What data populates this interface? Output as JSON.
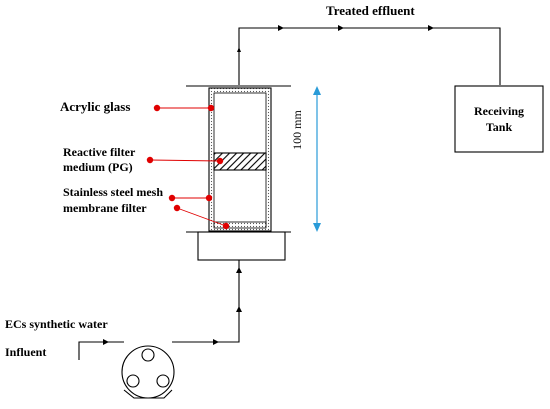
{
  "labels": {
    "treated_effluent": "Treated effluent",
    "acrylic_glass": "Acrylic glass",
    "reactive_filter_line1": "Reactive filter",
    "reactive_filter_line2": "medium (PG)",
    "mesh_line1": "Stainless steel mesh",
    "mesh_line2": "membrane filter",
    "receiving_line1": "Receiving",
    "receiving_line2": "Tank",
    "ecs_water": "ECs synthetic water",
    "influent": "Influent",
    "column_height": "100 mm"
  },
  "colors": {
    "line": "#000000",
    "callout_dot": "#e00000",
    "callout_line": "#e00000",
    "dimension": "#2a9bd8",
    "column_fill": "#ffffff"
  }
}
